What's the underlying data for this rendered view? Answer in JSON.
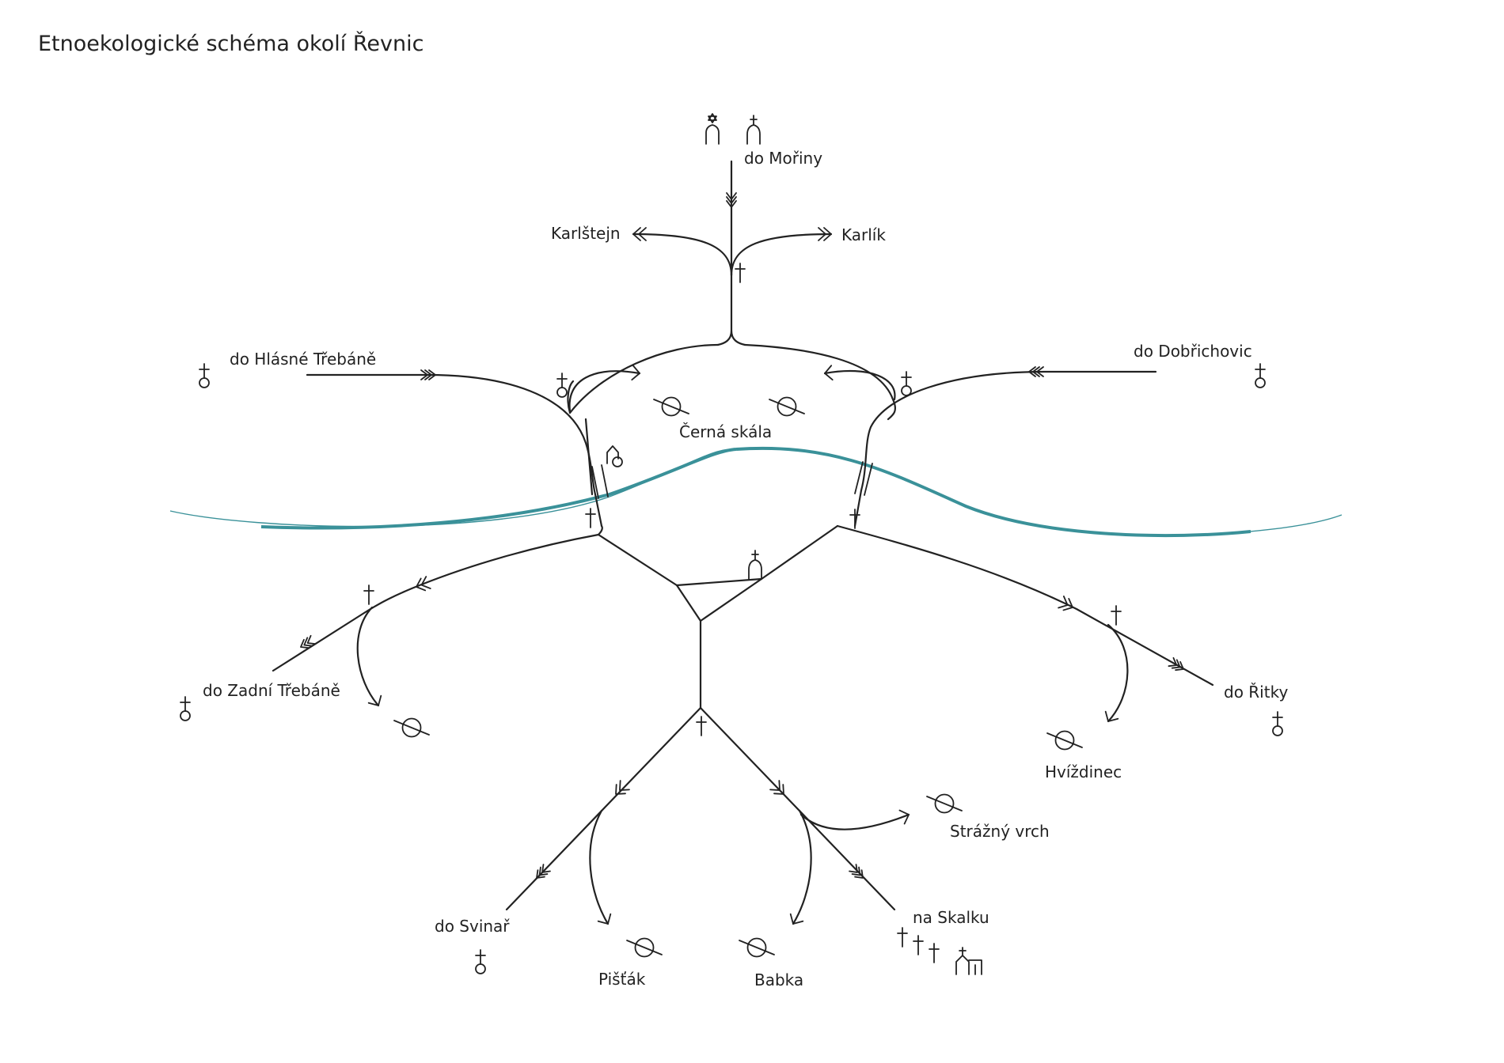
{
  "title": "Etnoekologické schéma okolí Řevnic",
  "colors": {
    "ink": "#222222",
    "river": "#3a9199"
  },
  "labels": {
    "do_moriny": "do Mořiny",
    "karlstejn": "Karlštejn",
    "karlik": "Karlík",
    "do_hlasne_trebane": "do Hlásné Třebáně",
    "do_dobrichovic": "do Dobřichovic",
    "cerna_skala": "Černá skála",
    "do_zadni_trebane": "do Zadní Třebáně",
    "do_ritky": "do Řitky",
    "hvizdinec": "Hvíždinec",
    "strazny_vrch": "Strážný vrch",
    "do_svinar": "do Svinař",
    "na_skalku": "na Skalku",
    "pistak": "Pišťák",
    "babka": "Babka"
  },
  "symbols": [
    "synagogue-icon",
    "church-icon",
    "wayside-cross-icon",
    "cemetery-icon",
    "chapel-icon",
    "viewpoint-icon",
    "shrine-icon",
    "forest-chapel-icon",
    "river"
  ]
}
